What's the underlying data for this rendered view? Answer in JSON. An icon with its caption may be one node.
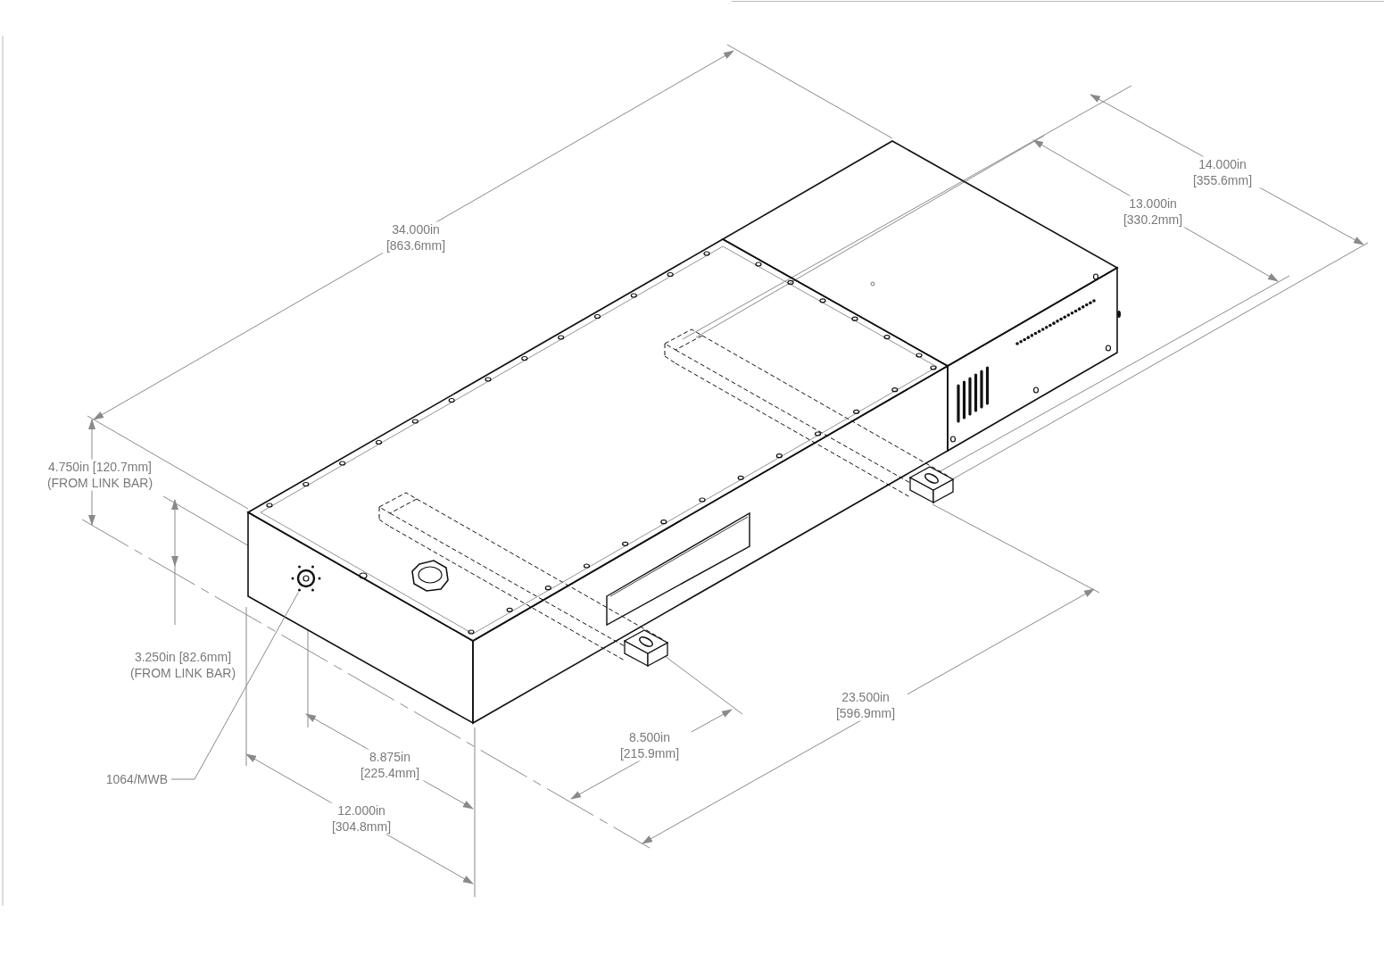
{
  "diagram": {
    "nodes": [
      {
        "text": [
          "1064/MWB"
        ]
      },
      {
        "text": [],
        "shape": "picture"
      }
    ],
    "edges": [
      {
        "from": 0,
        "to": 1,
        "arrow": "none"
      }
    ],
    "labels": [
      "34.000in [863.6mm]",
      "14.000in [355.6mm]",
      "13.000in [330.2mm]",
      "4.750in [120.7mm] (FROM LINK BAR)",
      "3.250in [82.6mm] (FROM LINK BAR)",
      "8.875in [225.4mm]",
      "8.500in [215.9mm]",
      "23.500in [596.9mm]",
      "12.000in [304.8mm]"
    ]
  }
}
